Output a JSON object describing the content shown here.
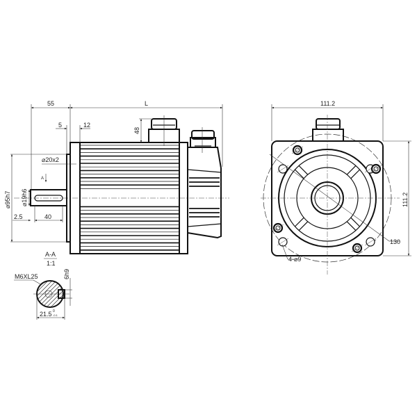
{
  "side_view": {
    "dim_shaft_length": "55",
    "dim_total_length": "L",
    "dim_flange_5": "5",
    "dim_flange_12": "12",
    "dim_connector_height": "48",
    "dim_pilot_diameter": "⌀95h7",
    "dim_shaft_diameter": "⌀19h6",
    "dim_chamfer": "⌀20x2",
    "dim_offset": "2.5",
    "dim_key_length": "40",
    "section_marker": "A"
  },
  "section_view": {
    "title": "A-A",
    "scale": "1:1",
    "thread_label": "M6XL25",
    "key_width": "6h9",
    "shaft_depth": "21.5",
    "shaft_depth_tol_upper": "0",
    "shaft_depth_tol_lower": "-0.1"
  },
  "front_view": {
    "dim_width": "111.2",
    "dim_height": "111.2",
    "dim_bolt_circle": "130",
    "dim_holes": "4-⌀9"
  }
}
